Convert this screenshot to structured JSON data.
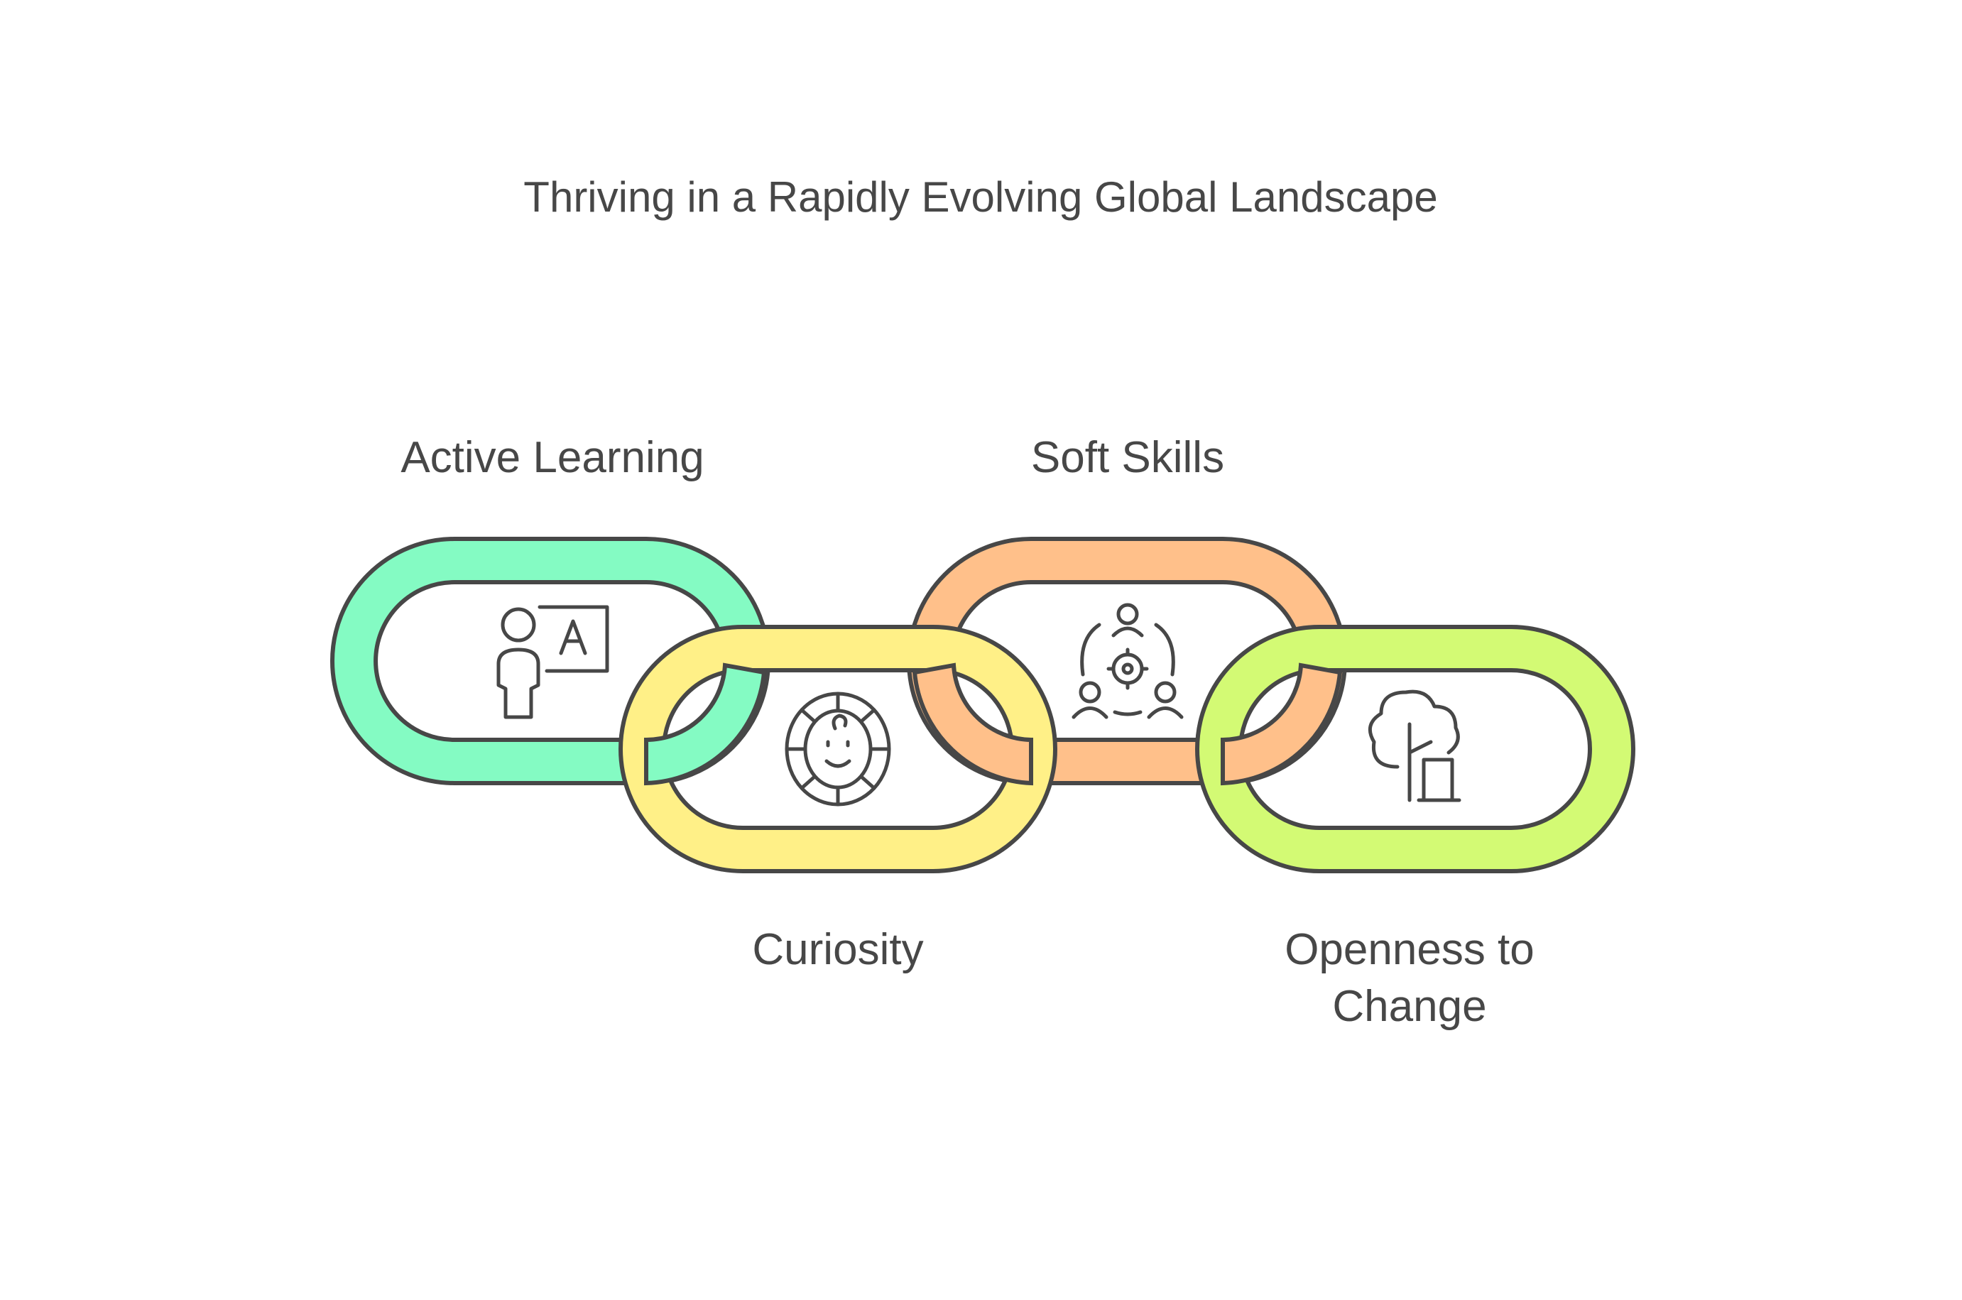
{
  "title": "Thriving in a Rapidly Evolving Global Landscape",
  "links": [
    {
      "id": "active-learning",
      "label_lines": [
        "Active Learning"
      ],
      "color": "#84FBC3",
      "icon": "teacher-icon"
    },
    {
      "id": "curiosity",
      "label_lines": [
        "Curiosity"
      ],
      "color": "#FFF087",
      "icon": "child-face-icon"
    },
    {
      "id": "soft-skills",
      "label_lines": [
        "Soft Skills"
      ],
      "color": "#FFC08A",
      "icon": "team-collaboration-icon"
    },
    {
      "id": "openness-to-change",
      "label_lines": [
        "Openness to",
        "Change"
      ],
      "color": "#D3FA74",
      "icon": "tree-growth-icon"
    }
  ],
  "colors": {
    "outline": "#474747",
    "text": "#474747",
    "background": "#FFFFFF"
  }
}
